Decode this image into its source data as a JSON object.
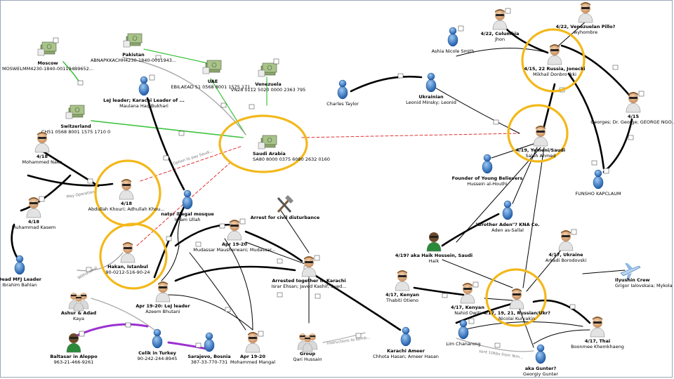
{
  "nodes": [
    {
      "id": "moscow",
      "type": "money",
      "title": "Moscow",
      "sub": "MOSWELMM4230-1840-001194B9652..."
    },
    {
      "id": "pakistan",
      "type": "money",
      "title": "Pakistan",
      "sub": "ABNAPKKACHH4230-1840-0011943..."
    },
    {
      "id": "uae",
      "type": "money",
      "title": "UAE",
      "sub": "EBILAEAD 51 0568 8001 1575 171..."
    },
    {
      "id": "venezuela",
      "type": "money",
      "title": "Venezuela",
      "sub": "VN28 0112 5020 0000 2363 795"
    },
    {
      "id": "switzerland",
      "type": "money",
      "title": "Switzerland",
      "sub": "CH51 0568 8001 1575 1710 0"
    },
    {
      "id": "saudi",
      "type": "money",
      "title": "Saudi Arabia",
      "sub": "SA80 8000 0375 6080 2632 0160"
    },
    {
      "id": "lejleader",
      "type": "person",
      "title": "LeJ leader; Karachi Leader of ...",
      "sub": "Maulana Haq Bukhari"
    },
    {
      "id": "m418a",
      "type": "face",
      "title": "4/18",
      "sub": "Mohammed Naka"
    },
    {
      "id": "m418b",
      "type": "face",
      "title": "4/18",
      "sub": "Abdullah Khouri; Adhullah Khou..."
    },
    {
      "id": "m418c",
      "type": "face",
      "title": "4/18",
      "sub": "Muhammad Kasem"
    },
    {
      "id": "deadmfj",
      "type": "person",
      "title": "Dead MFJ Leader",
      "sub": "Ibrahim Bahlan"
    },
    {
      "id": "mosque",
      "type": "person",
      "title": "nator illegal mosque",
      "sub": "Imam Ullah"
    },
    {
      "id": "apr1920a",
      "type": "face",
      "title": "Apr 19-20",
      "sub": "Mudassar Mausherwani; Mudassar..."
    },
    {
      "id": "arrest",
      "type": "tool",
      "title": "Arrest for civil disturbance",
      "sub": ""
    },
    {
      "id": "hakan",
      "type": "face",
      "title": "Hakan, Istanbul",
      "sub": "90-0212-516-90-24"
    },
    {
      "id": "arrested",
      "type": "face",
      "title": "Arrested together in Karachi",
      "sub": "Israr Ehsan; Javed Kashif; Syed..."
    },
    {
      "id": "asharaf",
      "type": "group",
      "title": "Ashur & Adad",
      "sub": "Kaya"
    },
    {
      "id": "apr1920lej",
      "type": "face",
      "title": "Apr 19-20: LeJ leader",
      "sub": "Azeem Bhutani"
    },
    {
      "id": "baltasar",
      "type": "greenface",
      "title": "Baltasar in Aleppo",
      "sub": "963-21-466-9261"
    },
    {
      "id": "celik",
      "type": "person",
      "title": "Celik in Turkey",
      "sub": "90-242-244-8945"
    },
    {
      "id": "sarajevo",
      "type": "person",
      "title": "Sarajevo, Bosnia",
      "sub": "387-33-770-731"
    },
    {
      "id": "apr1920b",
      "type": "face",
      "title": "Apr 19-20",
      "sub": "Mohammed Mangal"
    },
    {
      "id": "group",
      "type": "group",
      "title": "Group",
      "sub": "Qari Hussain"
    },
    {
      "id": "karachiameer",
      "type": "person",
      "title": "Karachi Ameer",
      "sub": "Chhota Hasan; Ameer Hasan"
    },
    {
      "id": "nicole",
      "type": "person",
      "title": "",
      "sub": "Ashia Nicole Smith"
    },
    {
      "id": "charles",
      "type": "person",
      "title": "",
      "sub": "Charles Taylor"
    },
    {
      "id": "ukrainian",
      "type": "person",
      "title": "Ukrainian",
      "sub": "Leonid Minsky; Leonid"
    },
    {
      "id": "colombia",
      "type": "face",
      "title": "4/22, Columbia",
      "sub": "Jhon"
    },
    {
      "id": "venpillo",
      "type": "face",
      "title": "4/22, Venezuelan Pillo?",
      "sub": "wyhombre"
    },
    {
      "id": "russia",
      "type": "face",
      "title": "4/15, 22 Russia, Jonecki",
      "sub": "Mikhail Donbro ikki"
    },
    {
      "id": "m415",
      "type": "face",
      "title": "4/15",
      "sub": "Georges; Dr. George; GEORGE NGO..."
    },
    {
      "id": "yemeni",
      "type": "face",
      "title": "4/19, Yemeni/Saudi",
      "sub": "Saleh Ahmed"
    },
    {
      "id": "founder",
      "type": "person",
      "title": "Founder of Young Believers",
      "sub": "Hussein al-Houthi"
    },
    {
      "id": "funsho",
      "type": "person",
      "title": "",
      "sub": "FUNSHO KAPCLAUM"
    },
    {
      "id": "brotheraden",
      "type": "person",
      "title": "\"Brother Aden\"? KNA Co.",
      "sub": "Aden as-Sallal"
    },
    {
      "id": "haik",
      "type": "greenface",
      "title": "4/19? aka Haik Hossein, Saudi",
      "sub": "Haik"
    },
    {
      "id": "ukraine417",
      "type": "face",
      "title": "4/17, Ukraine",
      "sub": "Arkadi Borodovski"
    },
    {
      "id": "ilyushin",
      "type": "plane",
      "title": "Ilyushin Crew",
      "sub": "Grigor Ialovskaia; Mykola Khit..."
    },
    {
      "id": "kenyan1",
      "type": "face",
      "title": "4/17, Kenyan",
      "sub": "Thabiti Otieno"
    },
    {
      "id": "kenyan2",
      "type": "face",
      "title": "4/17, Kenyan",
      "sub": "Nahid Owiti"
    },
    {
      "id": "russianukr",
      "type": "face",
      "title": "4/17, 19, 21, Russian/Ukr?",
      "sub": "Nicolai Kuryakin"
    },
    {
      "id": "thai",
      "type": "face",
      "title": "4/17, Thai",
      "sub": "Boonmee Khemkhaeng"
    },
    {
      "id": "lim",
      "type": "person",
      "title": "",
      "sub": "Lim Chanarong"
    },
    {
      "id": "gunter",
      "type": "person",
      "title": "aka Gunter?",
      "sub": "Georgiy Gunter"
    }
  ],
  "edge_labels": {
    "e1": "Option to pay Saudi...",
    "e2": "May Operation",
    "e3": "Instructions to bomb...",
    "e4": "sent 10Kbs from Yem...",
    "e5": "Withdrawal"
  },
  "colors": {
    "highlight": "#f3b81a",
    "link": "#000000",
    "money_link": "#3cc23c",
    "purple_link": "#9b30d0",
    "dashed_link": "#e03030",
    "gray_link": "#b0b0b0",
    "person": "#2a72c8"
  }
}
